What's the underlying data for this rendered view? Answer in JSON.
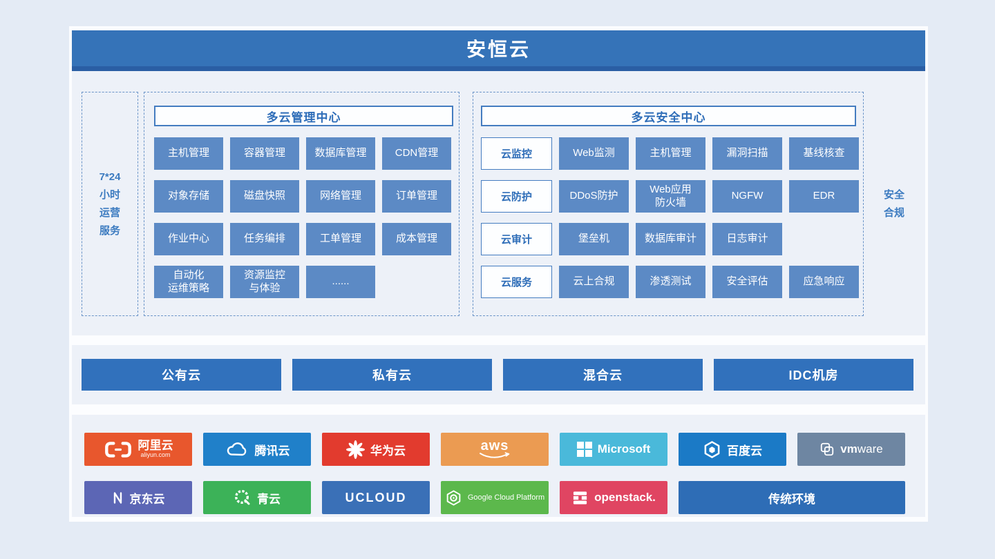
{
  "banner": {
    "title": "安恒云"
  },
  "left_label": {
    "text": "7*24\n小时\n运营\n服务"
  },
  "right_label": {
    "text": "安全\n合规"
  },
  "management_center": {
    "title": "多云管理中心",
    "tiles": [
      "主机管理",
      "容器管理",
      "数据库管理",
      "CDN管理",
      "对象存储",
      "磁盘快照",
      "网络管理",
      "订单管理",
      "作业中心",
      "任务编排",
      "工单管理",
      "成本管理",
      "自动化\n运维策略",
      "资源监控\n与体验",
      "......"
    ]
  },
  "security_center": {
    "title": "多云安全中心",
    "rows": [
      {
        "label": "云监控",
        "items": [
          "Web监测",
          "主机管理",
          "漏洞扫描",
          "基线核查"
        ]
      },
      {
        "label": "云防护",
        "items": [
          "DDoS防护",
          "Web应用\n防火墙",
          "NGFW",
          "EDR"
        ]
      },
      {
        "label": "云审计",
        "items": [
          "堡垒机",
          "数据库审计",
          "日志审计"
        ]
      },
      {
        "label": "云服务",
        "items": [
          "云上合规",
          "渗透测试",
          "安全评估",
          "应急响应"
        ]
      }
    ]
  },
  "cloud_types": [
    "公有云",
    "私有云",
    "混合云",
    "IDC机房"
  ],
  "vendors": {
    "row1": [
      {
        "name": "alibaba-cloud",
        "label": "阿里云",
        "sub": "aliyun.com",
        "bg": "#e8572d"
      },
      {
        "name": "tencent-cloud",
        "label": "腾讯云",
        "bg": "#2080c9"
      },
      {
        "name": "huawei-cloud",
        "label": "华为云",
        "bg": "#e23b2e"
      },
      {
        "name": "aws",
        "label": "aws",
        "bg": "#eb9b52"
      },
      {
        "name": "microsoft",
        "label": "Microsoft",
        "bg": "#4ab9da"
      },
      {
        "name": "baidu-cloud",
        "label": "百度云",
        "bg": "#1b7ac6"
      },
      {
        "name": "vmware",
        "label": "vmware",
        "bg": "#6e86a2"
      }
    ],
    "row2": [
      {
        "name": "jd-cloud",
        "label": "京东云",
        "bg": "#5c66b5"
      },
      {
        "name": "qingcloud",
        "label": "青云",
        "bg": "#3cb258"
      },
      {
        "name": "ucloud",
        "label": "UCLOUD",
        "bg": "#3a70b7"
      },
      {
        "name": "google-cloud-platform",
        "label": "Google Cloud Platform",
        "bg": "#5cb84c"
      },
      {
        "name": "openstack",
        "label": "openstack.",
        "bg": "#e04562"
      },
      {
        "name": "traditional-environment",
        "label": "传统环境",
        "bg": "#2e6db6",
        "wide": true
      }
    ]
  }
}
